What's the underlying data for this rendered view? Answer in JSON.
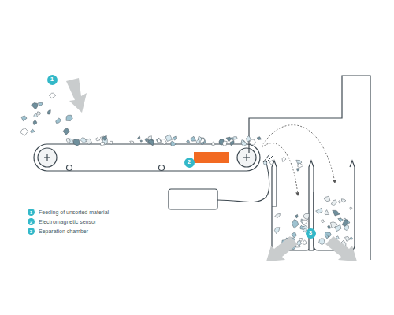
{
  "diagram": {
    "nodes": [
      {
        "text": [
          "1"
        ]
      },
      {
        "text": [
          "2"
        ]
      },
      {
        "text": [
          "3"
        ]
      }
    ],
    "labels": [
      "1",
      "2",
      "3"
    ],
    "legend": [
      {
        "text": "Feeding of unsorted material"
      },
      {
        "text": "Electromagnetic sensor"
      },
      {
        "text": "Separation chamber"
      }
    ]
  }
}
